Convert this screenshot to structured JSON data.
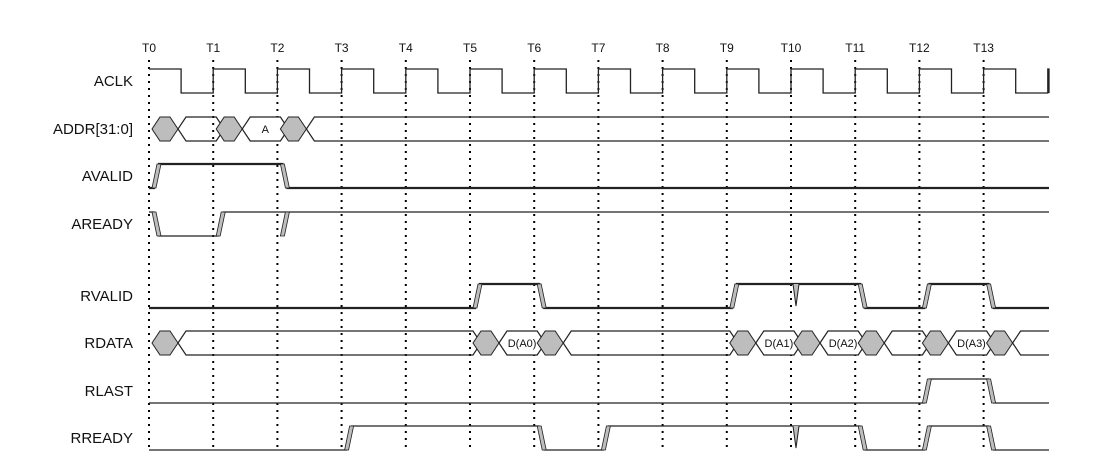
{
  "diagram": {
    "time_markers": [
      "T0",
      "T1",
      "T2",
      "T3",
      "T4",
      "T5",
      "T6",
      "T7",
      "T8",
      "T9",
      "T10",
      "T11",
      "T12",
      "T13"
    ],
    "signals": [
      {
        "name": "ACLK",
        "type": "clock"
      },
      {
        "name": "ADDR[31:0]",
        "type": "bus",
        "segments": [
          {
            "from": 0,
            "to": 1,
            "state": "invalid"
          },
          {
            "from": 1,
            "to": 2,
            "state": "valid",
            "label": "A"
          },
          {
            "from": 2,
            "to": 14,
            "state": "invalid"
          }
        ]
      },
      {
        "name": "AVALID",
        "type": "level",
        "initial": 0,
        "thick": true,
        "transitions": [
          {
            "at": 0,
            "to": 1
          },
          {
            "at": 2,
            "to": 0
          }
        ]
      },
      {
        "name": "AREADY",
        "type": "level",
        "initial": 1,
        "transitions": [
          {
            "at": 0,
            "to": 0
          },
          {
            "at": 1,
            "to": 1
          },
          {
            "at": 2,
            "to": 1
          }
        ]
      },
      {
        "name": "RVALID",
        "type": "level",
        "initial": 0,
        "thick": true,
        "transitions": [
          {
            "at": 5,
            "to": 1
          },
          {
            "at": 6,
            "to": 0
          },
          {
            "at": 9,
            "to": 1
          },
          {
            "at": 10,
            "glitch": true
          },
          {
            "at": 11,
            "to": 0
          },
          {
            "at": 12,
            "to": 1
          },
          {
            "at": 13,
            "to": 0
          }
        ]
      },
      {
        "name": "RDATA",
        "type": "bus",
        "segments": [
          {
            "from": 0,
            "to": 5,
            "state": "invalid"
          },
          {
            "from": 5,
            "to": 6,
            "state": "valid",
            "label": "D(A0)"
          },
          {
            "from": 6,
            "to": 9,
            "state": "invalid"
          },
          {
            "from": 9,
            "to": 10,
            "state": "valid",
            "label": "D(A1)"
          },
          {
            "from": 10,
            "to": 11,
            "state": "valid",
            "label": "D(A2)"
          },
          {
            "from": 11,
            "to": 12,
            "state": "invalid"
          },
          {
            "from": 12,
            "to": 13,
            "state": "valid",
            "label": "D(A3)"
          },
          {
            "from": 13,
            "to": 14,
            "state": "invalid"
          }
        ]
      },
      {
        "name": "RLAST",
        "type": "level",
        "initial": 0,
        "transitions": [
          {
            "at": 12,
            "to": 1
          },
          {
            "at": 13,
            "to": 0
          }
        ]
      },
      {
        "name": "RREADY",
        "type": "level",
        "initial": 0,
        "transitions": [
          {
            "at": 3,
            "to": 1
          },
          {
            "at": 6,
            "to": 0
          },
          {
            "at": 7,
            "to": 1
          },
          {
            "at": 10,
            "glitch": true
          },
          {
            "at": 11,
            "to": 0
          },
          {
            "at": 12,
            "to": 1
          },
          {
            "at": 13,
            "to": 0
          }
        ]
      }
    ],
    "colors": {
      "line": "#222222",
      "shade": "#bdbdbd",
      "dots": "#000000"
    }
  }
}
